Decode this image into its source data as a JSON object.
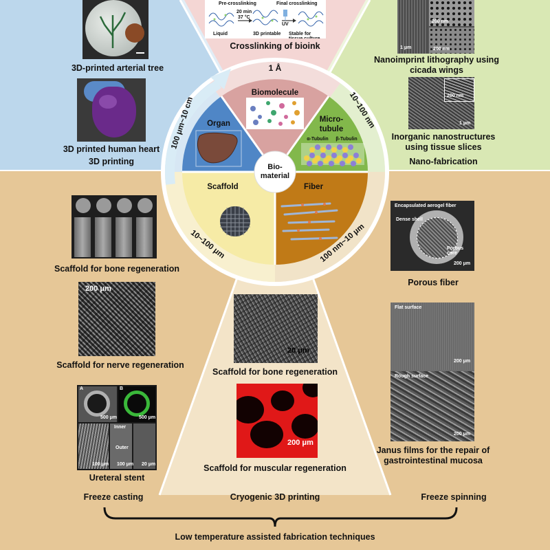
{
  "center": {
    "line1": "Bio-",
    "line2": "material"
  },
  "sectors": {
    "organ": "Organ",
    "biomolecule": "Biomolecule",
    "microtubule_l1": "Micro-",
    "microtubule_l2": "tubule",
    "scaffold": "Scaffold",
    "fiber": "Fiber"
  },
  "scales": {
    "top": "1 Å",
    "right": "10~100 nm",
    "left": "100 μm~10 cm",
    "bottom_left": "10~100 μm",
    "bottom_right": "100 nm~10 μm"
  },
  "microtubule": {
    "alpha": "α-Tubulin",
    "beta": "β-Tubulin"
  },
  "crosslink": {
    "caption": "Crosslinking of bioink",
    "pre": "Pre-crosslinking",
    "final": "Final crosslinking",
    "time": "20 min",
    "temp": "37 °C",
    "uv": "UV",
    "liquid": "Liquid",
    "printable": "3D printable",
    "stable": "Stable for tissue culture"
  },
  "left_top": {
    "arterial": "3D-printed arterial tree",
    "heart": "3D printed human heart",
    "section": "3D printing"
  },
  "right_top": {
    "nanoimprint_l1": "Nanoimprint lithography using",
    "nanoimprint_l2": "cicada wings",
    "inorganic_l1": "Inorganic nanostructures",
    "inorganic_l2": "using tissue slices",
    "section": "Nano-fabrication",
    "sb_1um": "1 μm",
    "sb_200nm": "200 nm",
    "sb_200nm_b": "200 nm",
    "sb_200nm_c": "200 nm",
    "sb_1um_b": "1 μm"
  },
  "left_bottom": {
    "bone": "Scaffold for bone regeneration",
    "nerve": "Scaffold for nerve regeneration",
    "nerve_sb": "200 μm",
    "stent": "Ureteral stent",
    "method": "Freeze casting",
    "stent_sb1": "500 μm",
    "stent_sb2": "500 μm",
    "stent_sb3": "100 μm",
    "stent_sb4": "100 μm",
    "stent_sb5": "20 μm",
    "stent_a": "A",
    "stent_b": "B",
    "stent_inner": "Inner",
    "stent_outer": "Outer"
  },
  "middle_bottom": {
    "bone": "Scaffold for bone regeneration",
    "bone_sb": "20 μm",
    "muscle": "Scaffold for muscular regeneration",
    "muscle_sb": "200 μm",
    "method": "Cryogenic 3D printing"
  },
  "right_bottom": {
    "aerogel": "Encapsulated aerogel fiber",
    "dense": "Dense shell",
    "porous_core": "Porous core",
    "aerogel_sb": "200 μm",
    "porous": "Porous fiber",
    "flat": "Flat surface",
    "flat_sb": "200 μm",
    "rough": "Rough surface",
    "rough_sb": "200 μm",
    "janus_l1": "Janus films for the repair of",
    "janus_l2": "gastrointestinal mucosa",
    "method": "Freeze spinning"
  },
  "footer": "Low temperature assisted fabrication techniques",
  "colors": {
    "top_left_bg": "#bcd7ec",
    "top_right_bg": "#d9e8b4",
    "bottom_bg": "#e6c797",
    "organ": "#4f86c6",
    "biomolecule": "#d8a2a0",
    "microtubule": "#82b84b",
    "scaffold": "#f6eba6",
    "fiber": "#c07a17"
  }
}
